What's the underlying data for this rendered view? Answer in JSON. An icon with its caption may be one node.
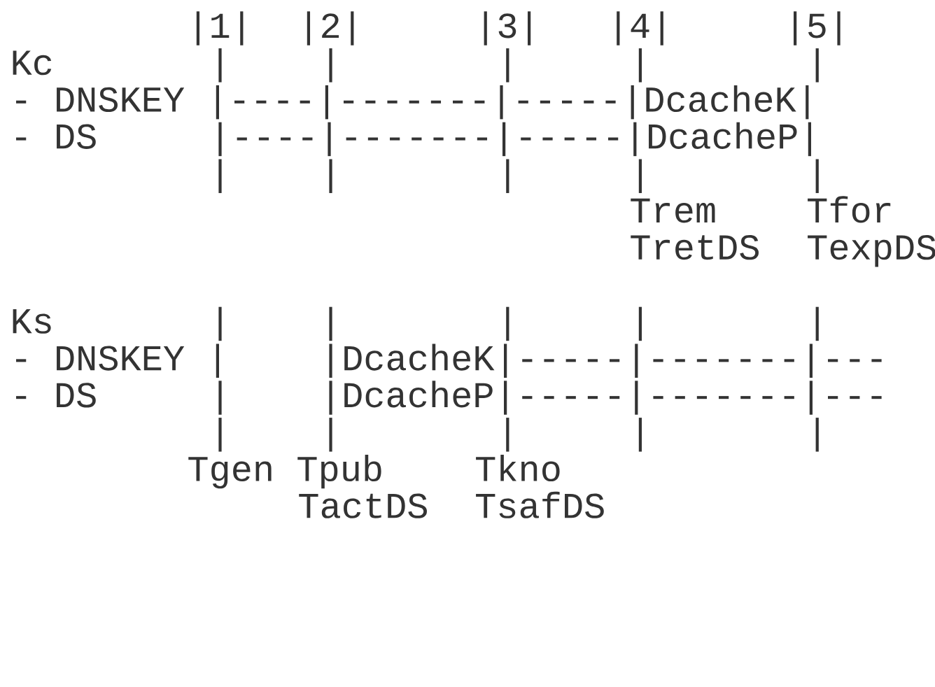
{
  "diagram": {
    "labels": [
      "|1|",
      "|2|",
      "|3|",
      "|4|",
      "|5|",
      "Kc",
      "|",
      "|",
      "|",
      "|",
      "|",
      "- DNSKEY |----|-------|-----|DcacheK|",
      "- DS",
      "|----|-------|-----|DcacheP|",
      "|",
      "|",
      "|",
      "|",
      "|",
      "Trem",
      "Tfor",
      "TretDS",
      "TexpDS",
      "Ks",
      "|",
      "|",
      "|",
      "|",
      "|",
      "- DNSKEY |",
      "|DcacheK|-----|-------|---",
      "- DS",
      "|",
      "|DcacheP|-----|-------|---",
      "|",
      "|",
      "|",
      "|",
      "|",
      "Tgen Tpub",
      "Tkno",
      "TactDS",
      "TsafDS"
    ]
  }
}
